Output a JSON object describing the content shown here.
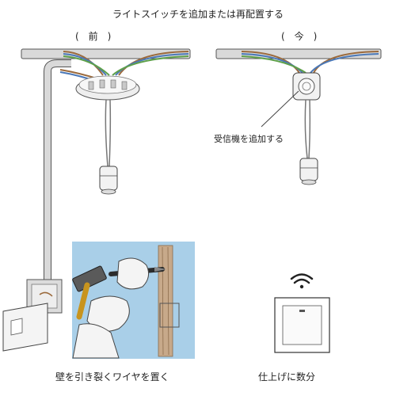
{
  "title": "ライトスイッチを追加または再配置する",
  "panels": {
    "before": {
      "label": "(　前　)"
    },
    "after": {
      "label": "(　今　)"
    }
  },
  "callouts": {
    "receiver": "受信機を追加する"
  },
  "captions": {
    "left": "壁を引き裂くワイヤを置く",
    "right": "仕上げに数分"
  },
  "colors": {
    "wire_brown": "#9b6a3c",
    "wire_blue": "#4a78b8",
    "wire_green": "#5ea04a",
    "wall_blue": "#a9cfe8",
    "conduit": "#d9d9d9"
  },
  "icons": [
    "wifi-icon",
    "hammer-icon",
    "chisel-icon",
    "pendant-lamp-icon",
    "wall-switch-icon",
    "receiver-box-icon"
  ]
}
